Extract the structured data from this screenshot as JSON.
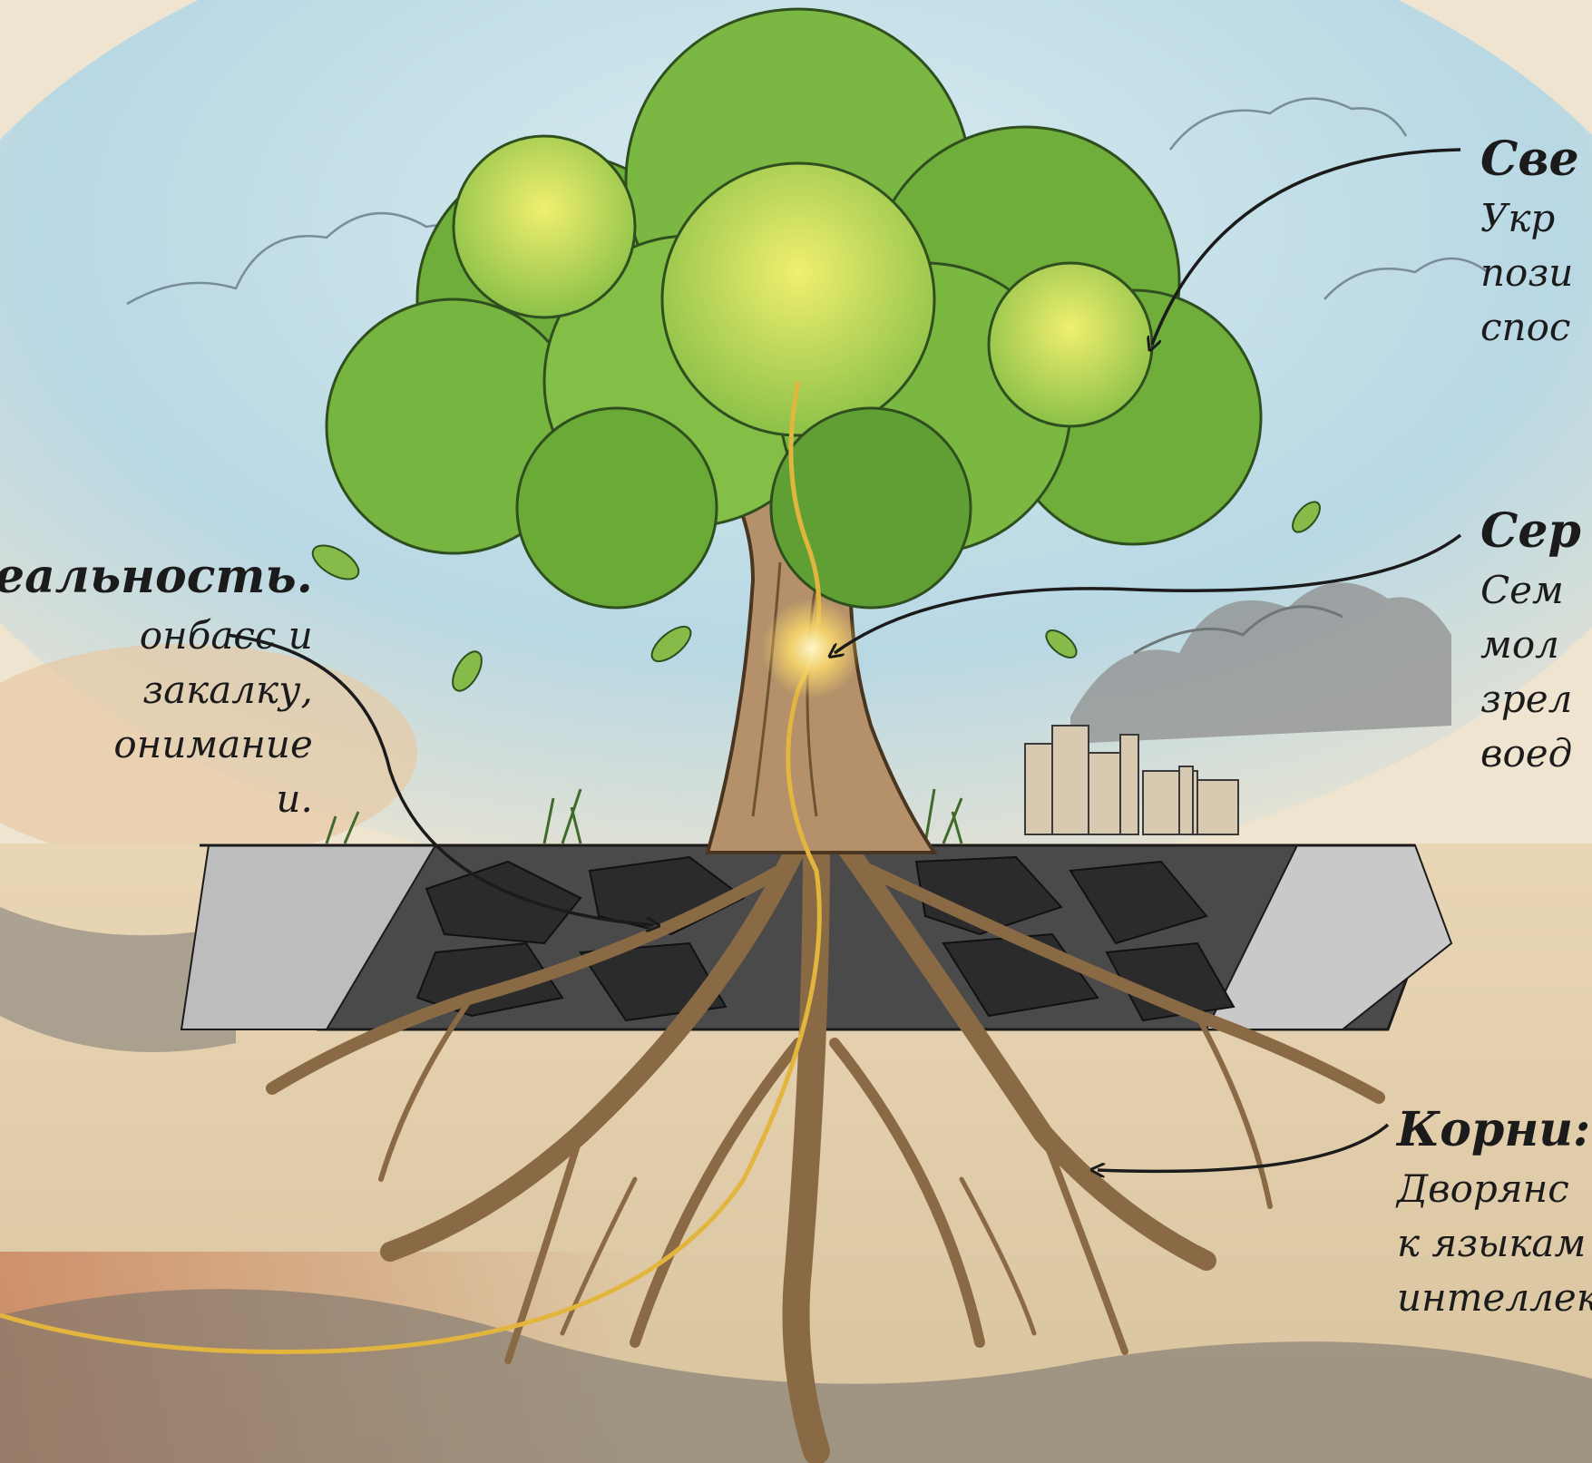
{
  "annotations": {
    "left": {
      "heading": "еальность.",
      "lines": [
        "онбасс и",
        " закалку,",
        "онимание",
        "и."
      ]
    },
    "top_right": {
      "heading": "Све",
      "lines": [
        "Укр",
        "пози",
        "спос"
      ]
    },
    "mid_right": {
      "heading": "Сер",
      "lines": [
        "Сем",
        "мол",
        "зрел",
        "воед"
      ]
    },
    "bottom_right": {
      "heading": "Корни: К",
      "lines": [
        "Дворянс",
        "к языкам",
        "интеллек"
      ]
    }
  },
  "colors": {
    "sky": "#bcd9e3",
    "paper": "#efe4cf",
    "foliage": "#6fae3a",
    "foliage_light": "#d5e34c",
    "trunk": "#a5835a",
    "coal": "#2b2b2b",
    "gold_line": "#e2b53f",
    "smoke": "#6e6e6e"
  }
}
